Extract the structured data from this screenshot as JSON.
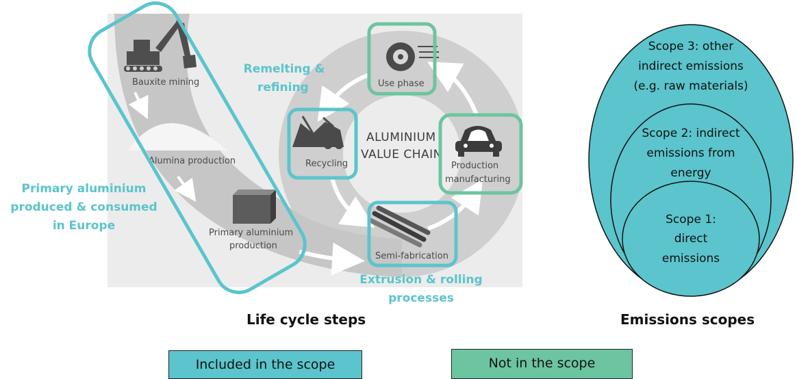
{
  "life_cycle": {
    "stages": {
      "bauxite_mining": "Bauxite mining",
      "alumina_production": "Alumina production",
      "primary_production_line1": "Primary aluminium",
      "primary_production_line2": "production",
      "use_phase": "Use phase",
      "recycling": "Recycling",
      "production_line1": "Production",
      "production_line2": "manufacturing",
      "semi_fabrication": "Semi-fabrication"
    },
    "center_line1": "ALUMINIUM",
    "center_line2": "VALUE CHAIN",
    "annotations": {
      "remelting_line1": "Remelting &",
      "remelting_line2": "refining",
      "primary_line1": "Primary aluminium",
      "primary_line2": "produced & consumed",
      "primary_line3": "in Europe",
      "extrusion_line1": "Extrusion & rolling",
      "extrusion_line2": "processes"
    },
    "title": "Life cycle steps"
  },
  "emissions": {
    "scope3_line1": "Scope 3:  other",
    "scope3_line2": "indirect emissions",
    "scope3_line3": "(e.g. raw materials)",
    "scope2_line1": "Scope 2:  indirect",
    "scope2_line2": "emissions from",
    "scope2_line3": "energy",
    "scope1_line1": "Scope 1:",
    "scope1_line2": "direct",
    "scope1_line3": "emissions",
    "title": "Emissions scopes"
  },
  "legend": {
    "included": "Included in the scope",
    "not_included": "Not in the scope"
  },
  "colors": {
    "included": "#5bc4cc",
    "not_included": "#6dc4a0",
    "annotation": "#5bc4cc"
  },
  "icons": [
    "excavator-icon",
    "alumina-pile-icon",
    "aluminium-block-icon",
    "tyre-icon",
    "scrap-heap-icon",
    "car-icon",
    "pipes-icon"
  ]
}
